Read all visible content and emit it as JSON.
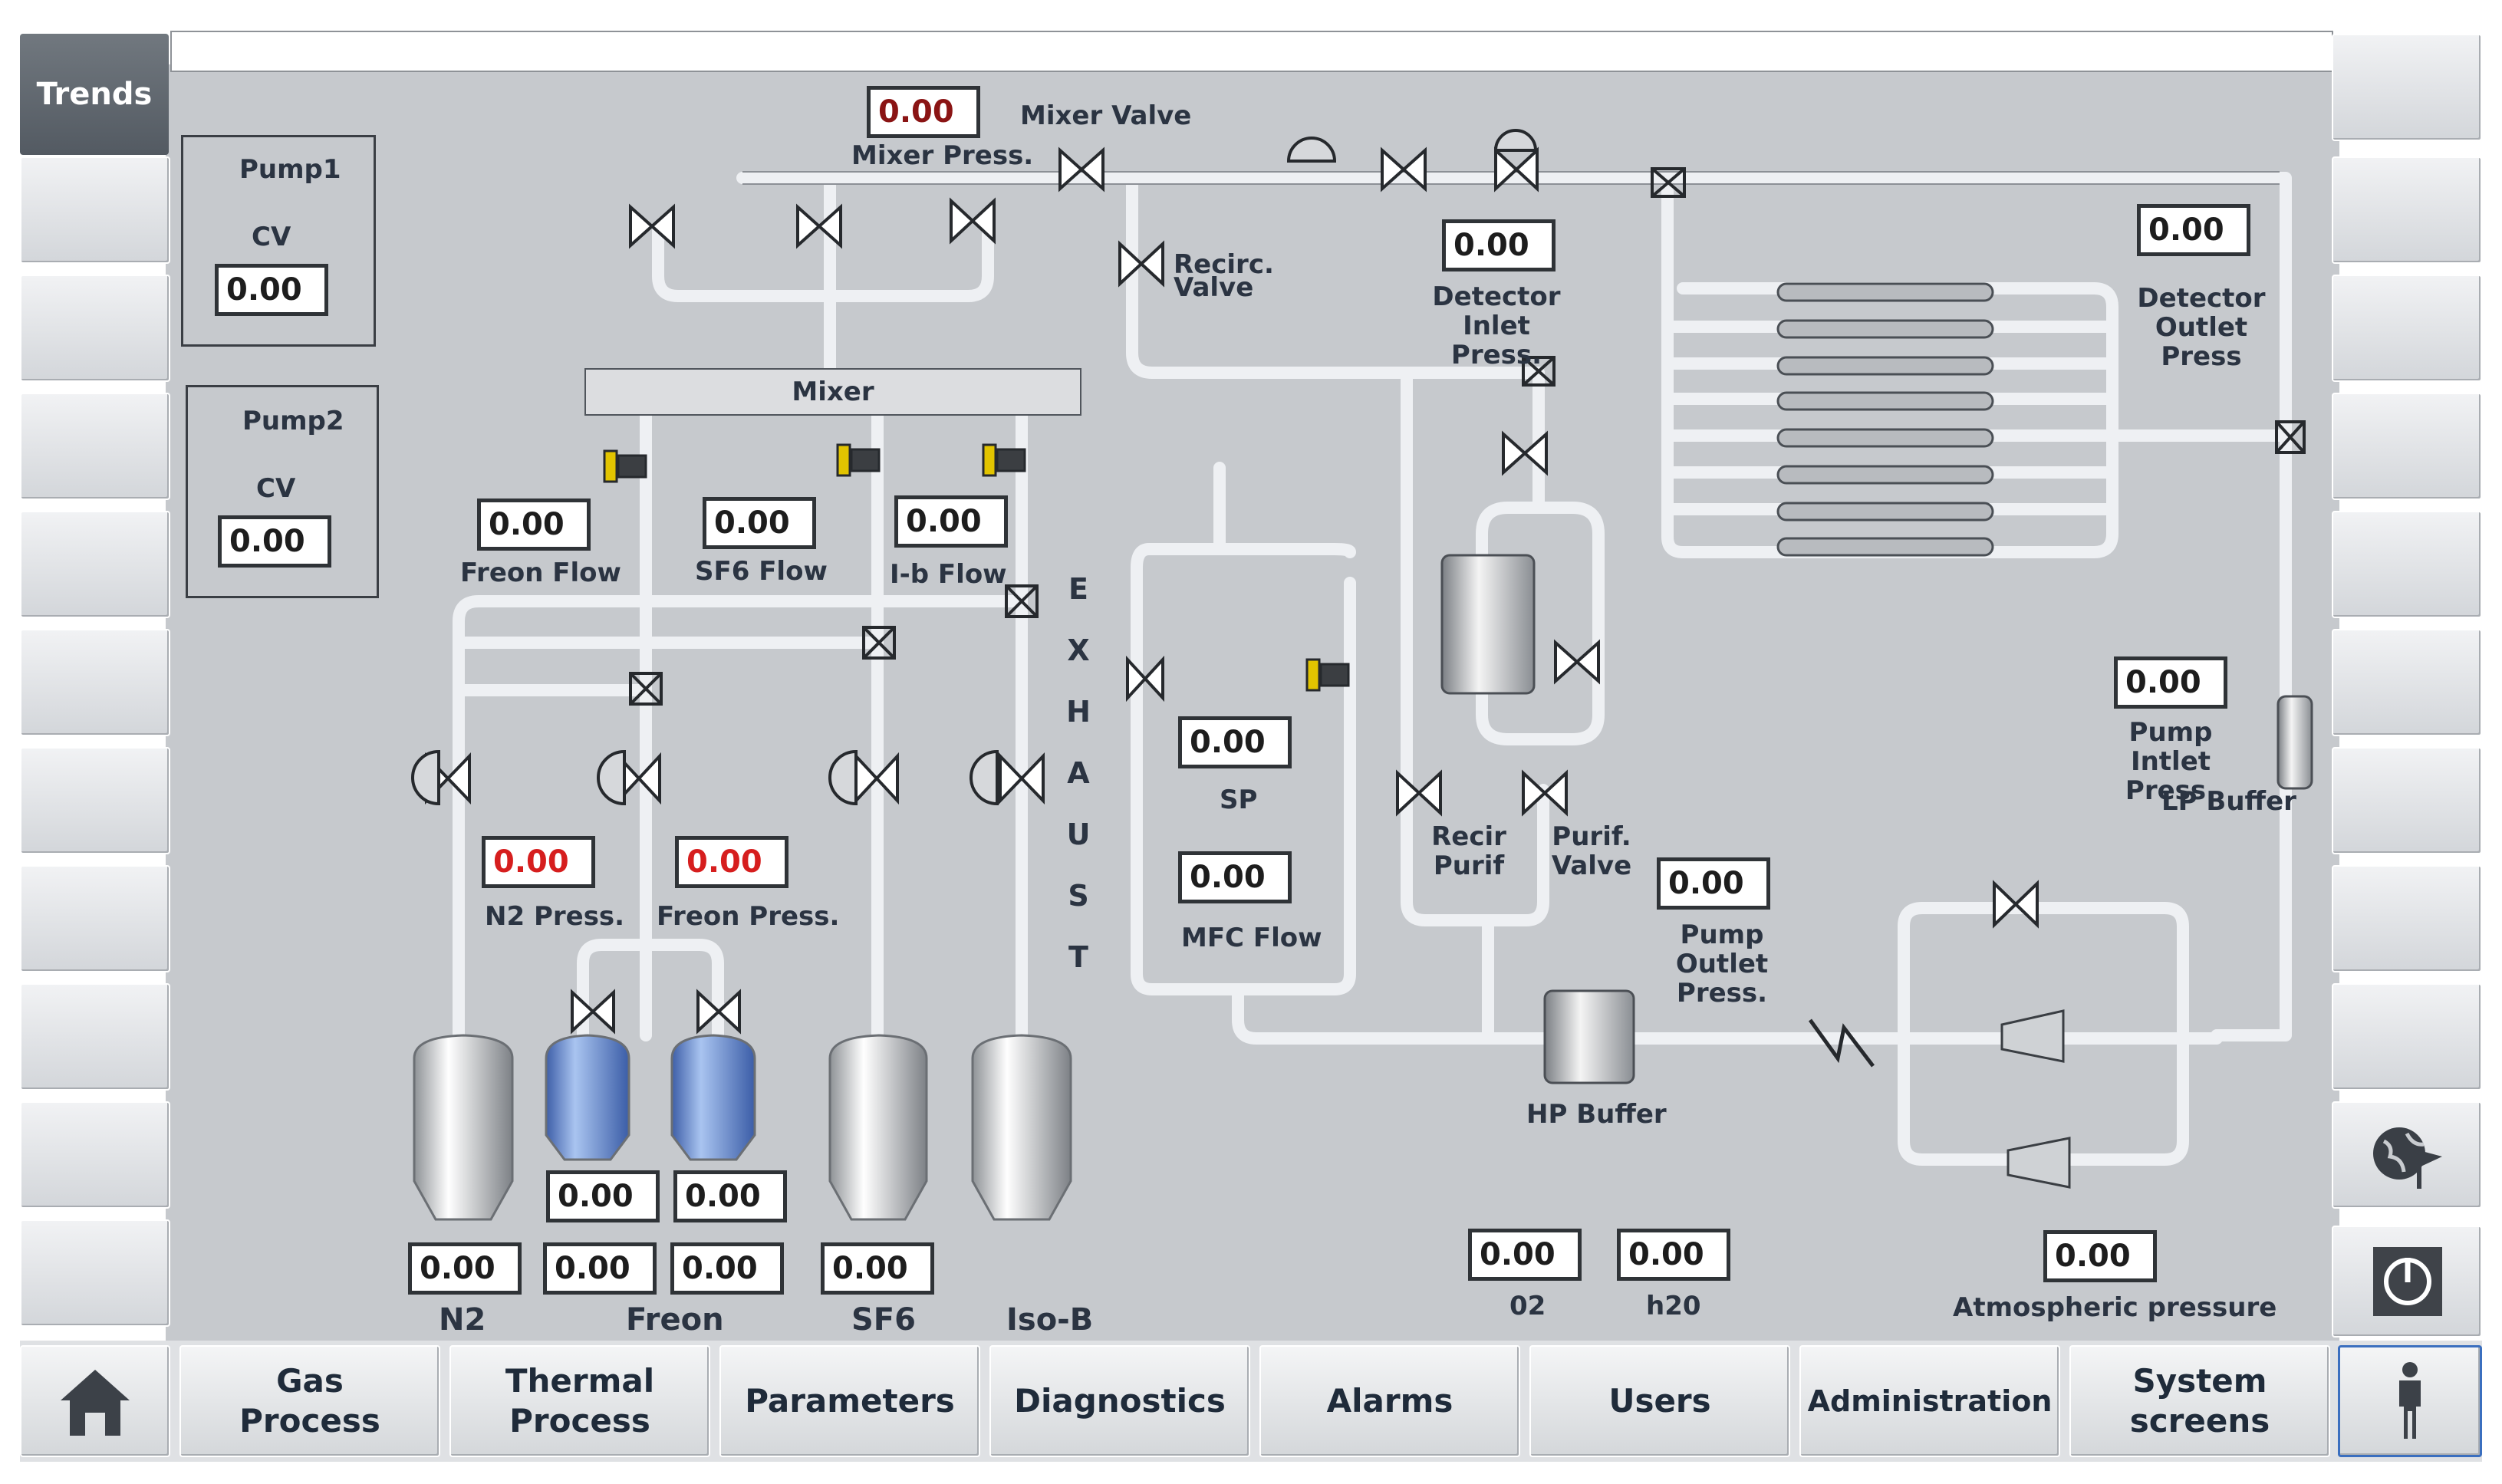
{
  "sidebar": {
    "trends_label": "Trends"
  },
  "nav": {
    "home_icon": "home-icon",
    "gas_process": "Gas\nProcess",
    "thermal_process": "Thermal\nProcess",
    "parameters": "Parameters",
    "diagnostics": "Diagnostics",
    "alarms": "Alarms",
    "users": "Users",
    "administration": "Administration",
    "system_screens": "System\nscreens",
    "person_icon": "person-icon",
    "globe_icon": "globe-flag-icon",
    "power_icon": "power-icon"
  },
  "pump1": {
    "title": "Pump1",
    "cv_label": "CV",
    "cv_value": "0.00"
  },
  "pump2": {
    "title": "Pump2",
    "cv_label": "CV",
    "cv_value": "0.00"
  },
  "mixer": {
    "label": "Mixer",
    "mixer_press_value": "0.00",
    "mixer_press_label": "Mixer Press.",
    "mixer_valve_label": "Mixer Valve"
  },
  "flows": {
    "freon_flow_value": "0.00",
    "freon_flow_label": "Freon Flow",
    "sf6_flow_value": "0.00",
    "sf6_flow_label": "SF6 Flow",
    "ib_flow_value": "0.00",
    "ib_flow_label": "I-b Flow"
  },
  "recirc_valve_label": "Recirc.\nValve",
  "exhaust_letters": [
    "E",
    "X",
    "H",
    "A",
    "U",
    "S",
    "T"
  ],
  "pressures": {
    "n2_press_value": "0.00",
    "n2_press_label": "N2 Press.",
    "freon_press_value": "0.00",
    "freon_press_label": "Freon Press."
  },
  "bottles": {
    "freon_left_value": "0.00",
    "freon_right_value": "0.00",
    "n2_value": "0.00",
    "freon_a_value": "0.00",
    "freon_b_value": "0.00",
    "sf6_value": "0.00",
    "n2_label": "N2",
    "freon_label": "Freon",
    "sf6_label": "SF6",
    "isob_label": "Iso-B"
  },
  "mfc": {
    "sp_value": "0.00",
    "sp_label": "SP",
    "flow_value": "0.00",
    "flow_label": "MFC Flow"
  },
  "detector": {
    "inlet_value": "0.00",
    "inlet_label": "Detector\nInlet Press.",
    "outlet_value": "0.00",
    "outlet_label": "Detector\nOutlet Press"
  },
  "purif": {
    "recir_label": "Recir\nPurif",
    "valve_label": "Purif.\nValve"
  },
  "pump": {
    "outlet_value": "0.00",
    "outlet_label": "Pump\nOutlet Press.",
    "inlet_value": "0.00",
    "inlet_label": "Pump\nIntlet Press.",
    "lp_buffer_label": "LP Buffer",
    "hp_buffer_label": "HP Buffer"
  },
  "sensors": {
    "o2_value": "0.00",
    "o2_label": "02",
    "h2o_value": "0.00",
    "h2o_label": "h20",
    "atm_value": "0.00",
    "atm_label": "Atmospheric pressure"
  }
}
